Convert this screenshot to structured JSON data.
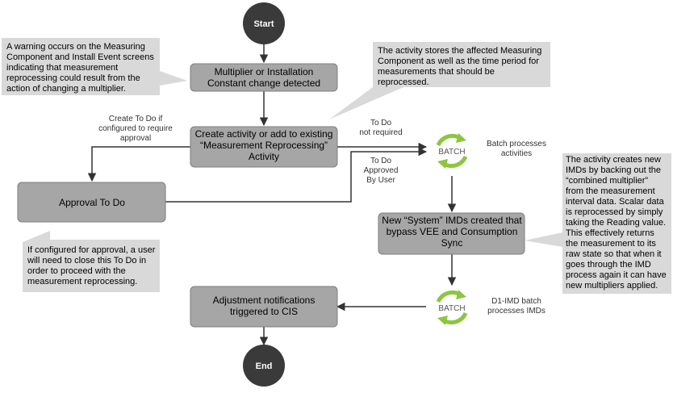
{
  "nodes": {
    "start": "Start",
    "end": "End",
    "change_detected": [
      "Multiplier or Installation",
      "Constant change detected"
    ],
    "create_activity": [
      "Create activity or add to existing",
      "“Measurement Reprocessing”",
      "Activity"
    ],
    "approval": "Approval To Do",
    "new_imds": [
      "New “System” IMDs created that",
      "bypass VEE and Consumption",
      "Sync"
    ],
    "adjustment": [
      "Adjustment notifications",
      "triggered to CIS"
    ],
    "batch_top": "BATCH",
    "batch_bottom": "BATCH"
  },
  "edge_labels": {
    "create_todo": [
      "Create To Do if",
      "configured to require",
      "approval"
    ],
    "not_required": [
      "To Do",
      "not required"
    ],
    "approved": [
      "To Do",
      "Approved",
      "By User"
    ],
    "batch_activities": [
      "Batch processes",
      "activities"
    ],
    "batch_imds": [
      "D1-IMD batch",
      "processes IMDs"
    ]
  },
  "callouts": {
    "warning": [
      "A warning occurs on the Measuring",
      "Component and Install Event screens",
      "indicating that measurement",
      "reprocessing could result from the",
      "action of changing a multiplier."
    ],
    "stores": [
      "The activity stores the affected Measuring",
      "Component as well as the time period for",
      "measurements that should be",
      "reprocessed."
    ],
    "approval_note": [
      "If configured for approval, a user",
      "will need to close this To Do in",
      "order to proceed with the",
      "measurement reprocessing."
    ],
    "imd_note": [
      "The activity creates new",
      "IMDs by backing out the",
      "“combined multiplier”",
      "from the measurement",
      "interval data.  Scalar data",
      "is reprocessed by simply",
      "taking the Reading value.",
      "This effectively returns",
      "the measurement to its",
      "raw state so that when it",
      "goes through the IMD",
      "process again it can have",
      "new multipliers applied."
    ]
  },
  "colors": {
    "process_fill": "#a6a6a6",
    "process_stroke": "#7f7f7f",
    "callout_fill": "#d9d9d9",
    "terminal_fill": "#3a3a3a",
    "batch_green": "#8cc63f",
    "line": "#333333"
  }
}
